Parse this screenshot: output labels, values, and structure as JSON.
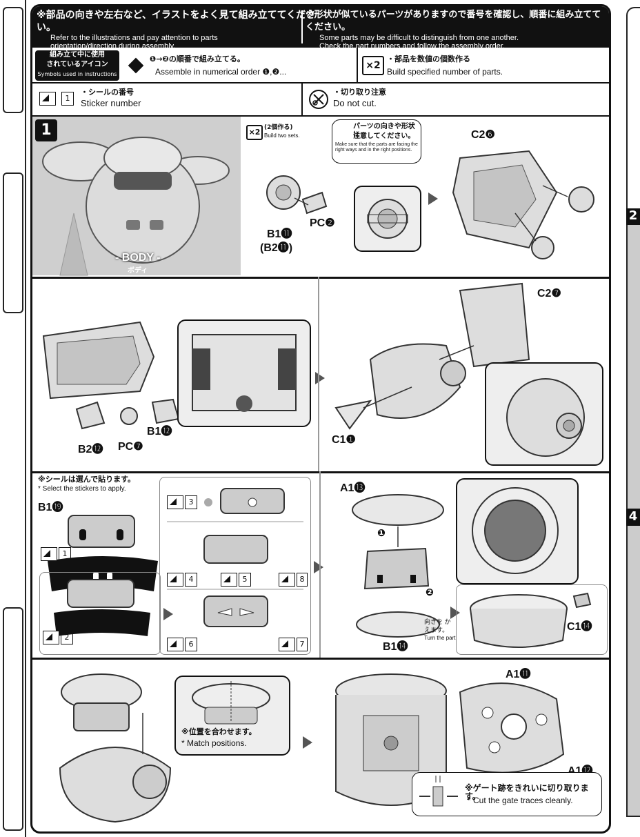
{
  "header": {
    "left_jp": "※部品の向きや左右など、イラストをよく見て組み立ててください。",
    "left_en_1": "Refer to the illustrations and pay attention to parts",
    "left_en_2": "orientation/direction during assembly.",
    "right_jp": "※形状が似ているパーツがありますので番号を確認し、順番に組み立ててください。",
    "right_en_1": "Some parts may be difficult to distinguish from one another.",
    "right_en_2": "Check the part numbers and follow the assembly order."
  },
  "legend": {
    "icon_tag_jp_1": "組み立て中に使用",
    "icon_tag_jp_2": "されているアイコン",
    "icon_tag_en": "Symbols used in instructions",
    "order_jp": "❶→❷の順番で組み立てる。",
    "order_en": "Assemble in numerical order ❶,❷...",
    "multiply_badge": "×2",
    "multiply_jp": "・部品を数値の個数作る",
    "multiply_en": "Build specified number of parts.",
    "sticker_num": "1",
    "sticker_jp": "・シールの番号",
    "sticker_en": "Sticker number",
    "nocut_jp": "・切り取り注意",
    "nocut_en": "Do not cut."
  },
  "step1": {
    "number": "1",
    "hero_label": "- BODY -",
    "hero_label_jp": "ボディ",
    "build_badge": "×2",
    "build_jp": "(2個作る)",
    "build_en": "Build two sets.",
    "caution_jp_1": "パーツの向きや形状に",
    "caution_jp_2": "注意してください。",
    "caution_en": "Make sure that the parts are facing the right ways and in the right positions.",
    "parts_a": [
      "B1⓫",
      "(B2⓫)",
      "PC❷",
      "C2❻"
    ]
  },
  "step2": {
    "parts": [
      "B2⓬",
      "PC❼",
      "B1⓬",
      "C1❶",
      "C2❼"
    ]
  },
  "step3": {
    "select_jp": "※シールは選んで貼ります。",
    "select_en": "* Select the stickers to apply.",
    "part_b119": "B1⓳",
    "stickers": [
      "1",
      "2",
      "3",
      "4",
      "5",
      "6",
      "7",
      "8"
    ],
    "parts": [
      "A1⓭",
      "B1⓮",
      "C1⓮"
    ],
    "order_marks": [
      "❶",
      "❷"
    ],
    "turn_jp": "向きを かえます。",
    "turn_en": "Turn the part."
  },
  "step4": {
    "match_jp": "※位置を合わせます。",
    "match_en": "* Match positions.",
    "parts": [
      "A1⓫",
      "A1⓬"
    ],
    "gate_jp": "※ゲート跡をきれいに切り取ります。",
    "gate_en": "* Cut the gate traces cleanly."
  },
  "sidebar_right_steps": [
    "2",
    "4"
  ],
  "colors": {
    "ink": "#111111",
    "part_grey": "#bdbdbd",
    "panel_grey": "#e6e6e6"
  }
}
